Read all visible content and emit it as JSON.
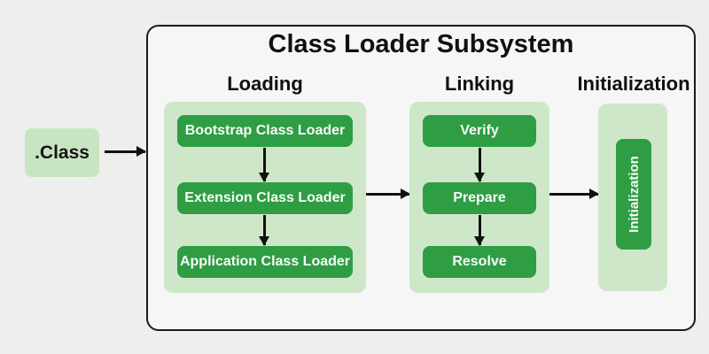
{
  "diagram": {
    "title": "Class Loader Subsystem",
    "input_label": ".Class",
    "columns": [
      {
        "heading": "Loading",
        "boxes": [
          "Bootstrap Class Loader",
          "Extension Class Loader",
          "Application Class Loader"
        ]
      },
      {
        "heading": "Linking",
        "boxes": [
          "Verify",
          "Prepare",
          "Resolve"
        ]
      },
      {
        "heading": "Initialization",
        "boxes": [
          "Initialization"
        ],
        "orientation": "vertical"
      }
    ],
    "colors": {
      "step_box_green": "#2e9d44",
      "panel_green": "#cfe7c9",
      "input_box_green": "#c8e5c2",
      "container_background": "#f5f6f5",
      "page_background": "#edefed",
      "border_black": "#1b1b1b",
      "box_text": "#f7fbf7",
      "heading_text": "#101010"
    }
  }
}
